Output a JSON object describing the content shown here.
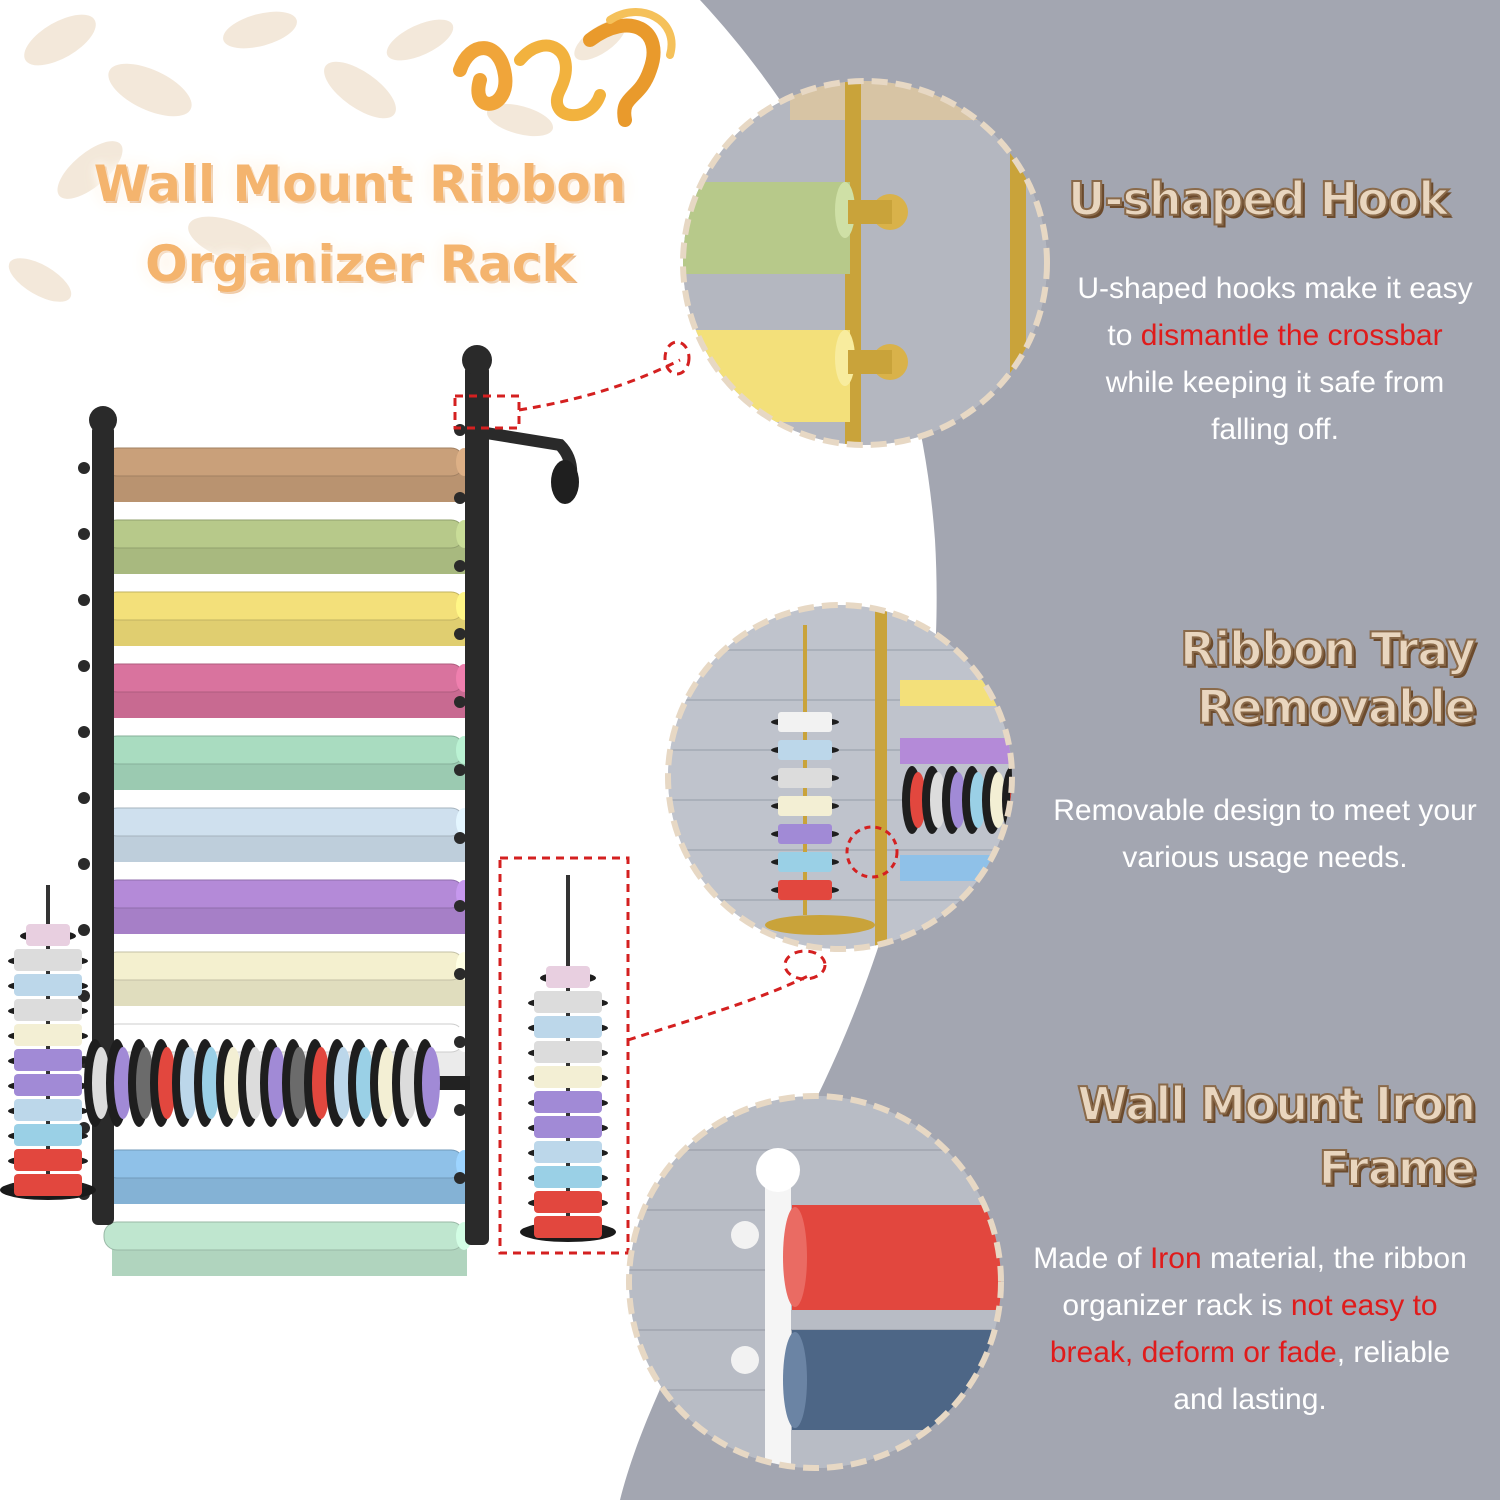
{
  "title": {
    "line1": "Wall Mount Ribbon",
    "line2": "Organizer Rack"
  },
  "features": [
    {
      "heading": "U-shaped Hook",
      "description": [
        {
          "text": "U-shaped hooks make it easy to ",
          "highlight": false
        },
        {
          "text": "dismantle the crossbar",
          "highlight": true
        },
        {
          "text": " while keeping it safe from falling off.",
          "highlight": false
        }
      ]
    },
    {
      "heading": "Ribbon Tray Removable",
      "description": [
        {
          "text": "Removable design to meet your various usage needs.",
          "highlight": false
        }
      ]
    },
    {
      "heading": "Wall Mount Iron Frame",
      "description": [
        {
          "text": "Made of ",
          "highlight": false
        },
        {
          "text": "Iron",
          "highlight": true
        },
        {
          "text": " material, the ribbon organizer rack is ",
          "highlight": false
        },
        {
          "text": "not easy to break, deform or fade",
          "highlight": true
        },
        {
          "text": ", reliable and lasting.",
          "highlight": false
        }
      ]
    }
  ],
  "colors": {
    "panel_gray": "#a3a6b1",
    "highlight_red": "#e01b1b",
    "heading_fill": "#e9d6bf",
    "title_orange": "#f4b46e",
    "frame_black": "#2a2a2a",
    "gold_hardware": "#c9a33a"
  },
  "roll_colors": [
    "#c9a07a",
    "#b7c98a",
    "#f3e07a",
    "#d9739e",
    "#a9dcc0",
    "#cfe0ee",
    "#b48ad8",
    "#f4f0cf",
    "#ffffff",
    "#8fc1e8",
    "#bfe6cf"
  ],
  "spool_colors": [
    "#dcdcdc",
    "#9ad0e6",
    "#e2473e",
    "#a18ad6",
    "#f3efd4",
    "#bcd7ea",
    "#6b6b6b"
  ]
}
